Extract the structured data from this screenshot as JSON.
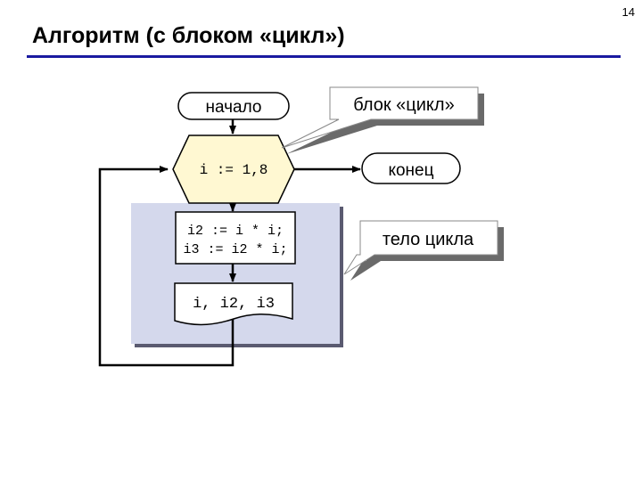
{
  "page_number": "14",
  "title": "Алгоритм (с блоком «цикл»)",
  "flowchart": {
    "start": "начало",
    "loop_header": "i := 1,8",
    "body_line_1": "i2 := i * i;",
    "body_line_2": "i3 := i2 * i;",
    "output": "i, i2, i3"
  },
  "callouts": {
    "loop_block": "блок «цикл»",
    "end": "конец",
    "loop_body": "тело цикла"
  },
  "colors": {
    "title_rule": "#1a1aa0",
    "loop_body_fill": "#d4d8ec",
    "loop_header_fill": "#fff8d2",
    "shape_fill": "#ffffff",
    "stroke": "#000000"
  }
}
